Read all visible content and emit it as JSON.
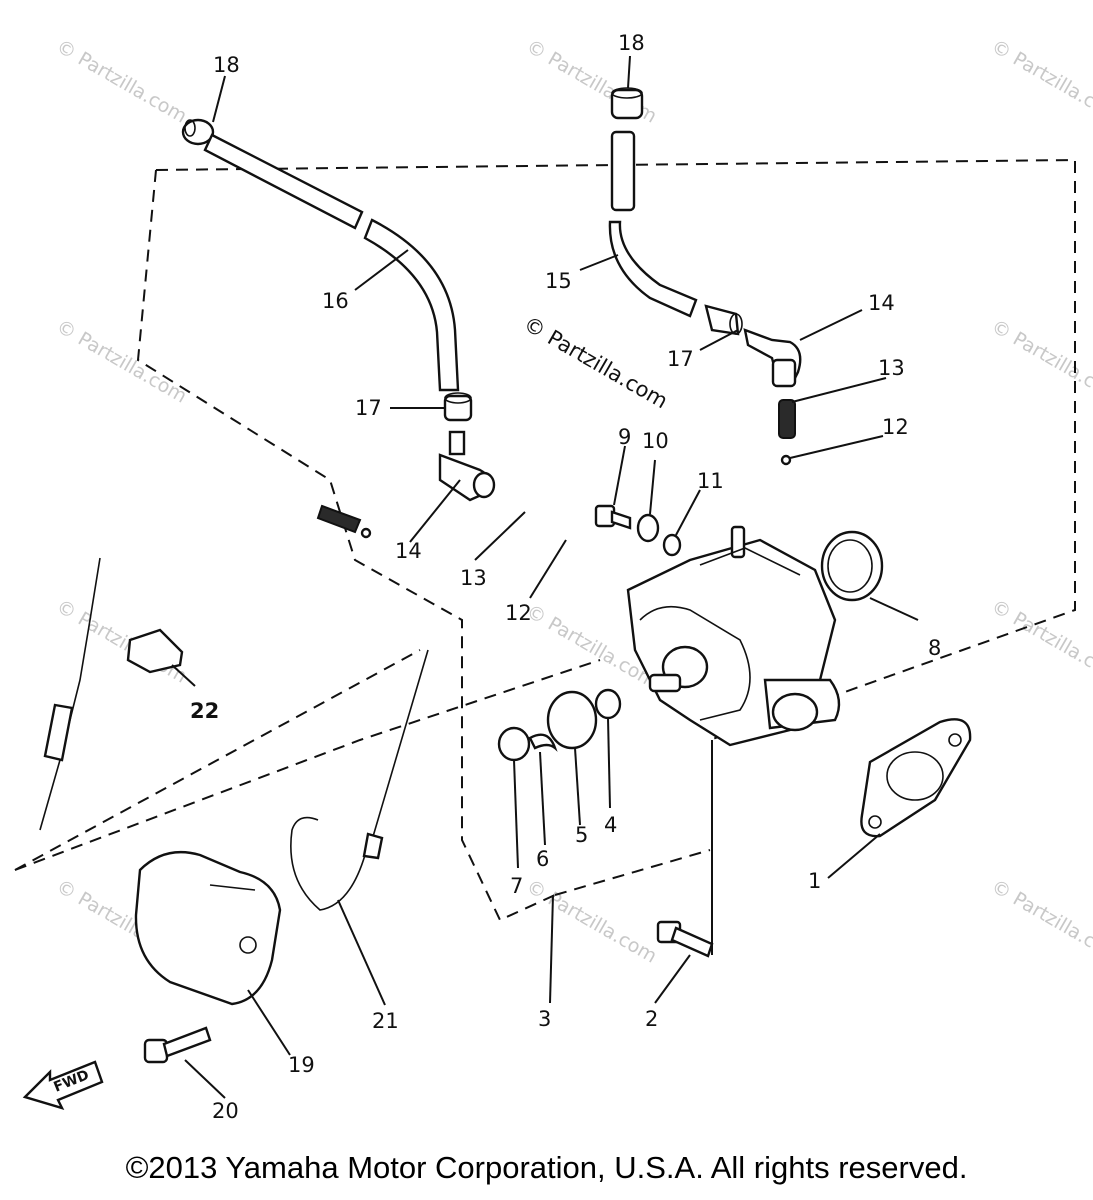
{
  "watermarks": {
    "center": "© Partzilla.com",
    "tile": "© Partzilla.com"
  },
  "callouts": [
    "1",
    "2",
    "3",
    "4",
    "5",
    "6",
    "7",
    "8",
    "9",
    "10",
    "11",
    "12",
    "12",
    "13",
    "13",
    "14",
    "14",
    "15",
    "16",
    "17",
    "17",
    "18",
    "18",
    "19",
    "20",
    "21",
    "22"
  ],
  "labels": {
    "c1": "1",
    "c2": "2",
    "c3": "3",
    "c4": "4",
    "c5": "5",
    "c6": "6",
    "c7": "7",
    "c8": "8",
    "c9": "9",
    "c10": "10",
    "c11": "11",
    "c12a": "12",
    "c12b": "12",
    "c13a": "13",
    "c13b": "13",
    "c14a": "14",
    "c14b": "14",
    "c15": "15",
    "c16": "16",
    "c17a": "17",
    "c17b": "17",
    "c18a": "18",
    "c18b": "18",
    "c19": "19",
    "c20": "20",
    "c21": "21",
    "c22": "22"
  },
  "fwd_arrow": "FWD",
  "copyright": "©2013 Yamaha Motor Corporation, U.S.A. All rights reserved."
}
